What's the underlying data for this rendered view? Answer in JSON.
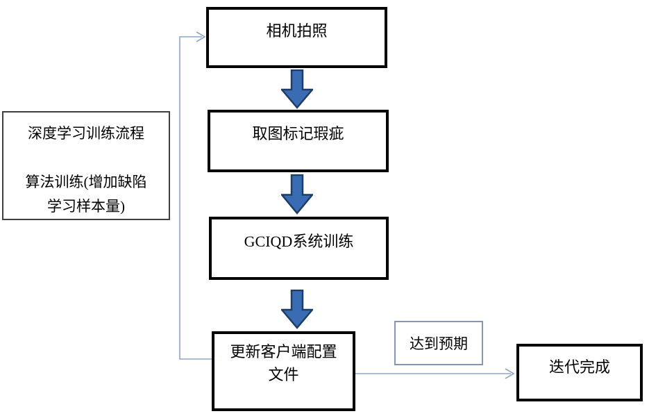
{
  "flow": {
    "steps": [
      {
        "id": "camera",
        "label": "相机拍照"
      },
      {
        "id": "mark-defects",
        "label": "取图标记瑕疵"
      },
      {
        "id": "system-training",
        "label": "GCIQD系统训练"
      },
      {
        "id": "update-config",
        "line1": "更新客户端配置",
        "line2": "文件"
      }
    ],
    "side_note": {
      "line1": "深度学习训练流程",
      "line2": "算法训练(增加缺陷",
      "line3": "学习样本量)"
    },
    "condition_label": "达到预期",
    "end_label": "迭代完成"
  },
  "colors": {
    "block_arrow_fill": "#3a6cb4",
    "block_arrow_stroke": "#1e3c66",
    "connector": "#8ea5c8",
    "box_border": "#000000",
    "side_box_border": "#3f3f3f",
    "expect_box_border": "#8496b0"
  }
}
